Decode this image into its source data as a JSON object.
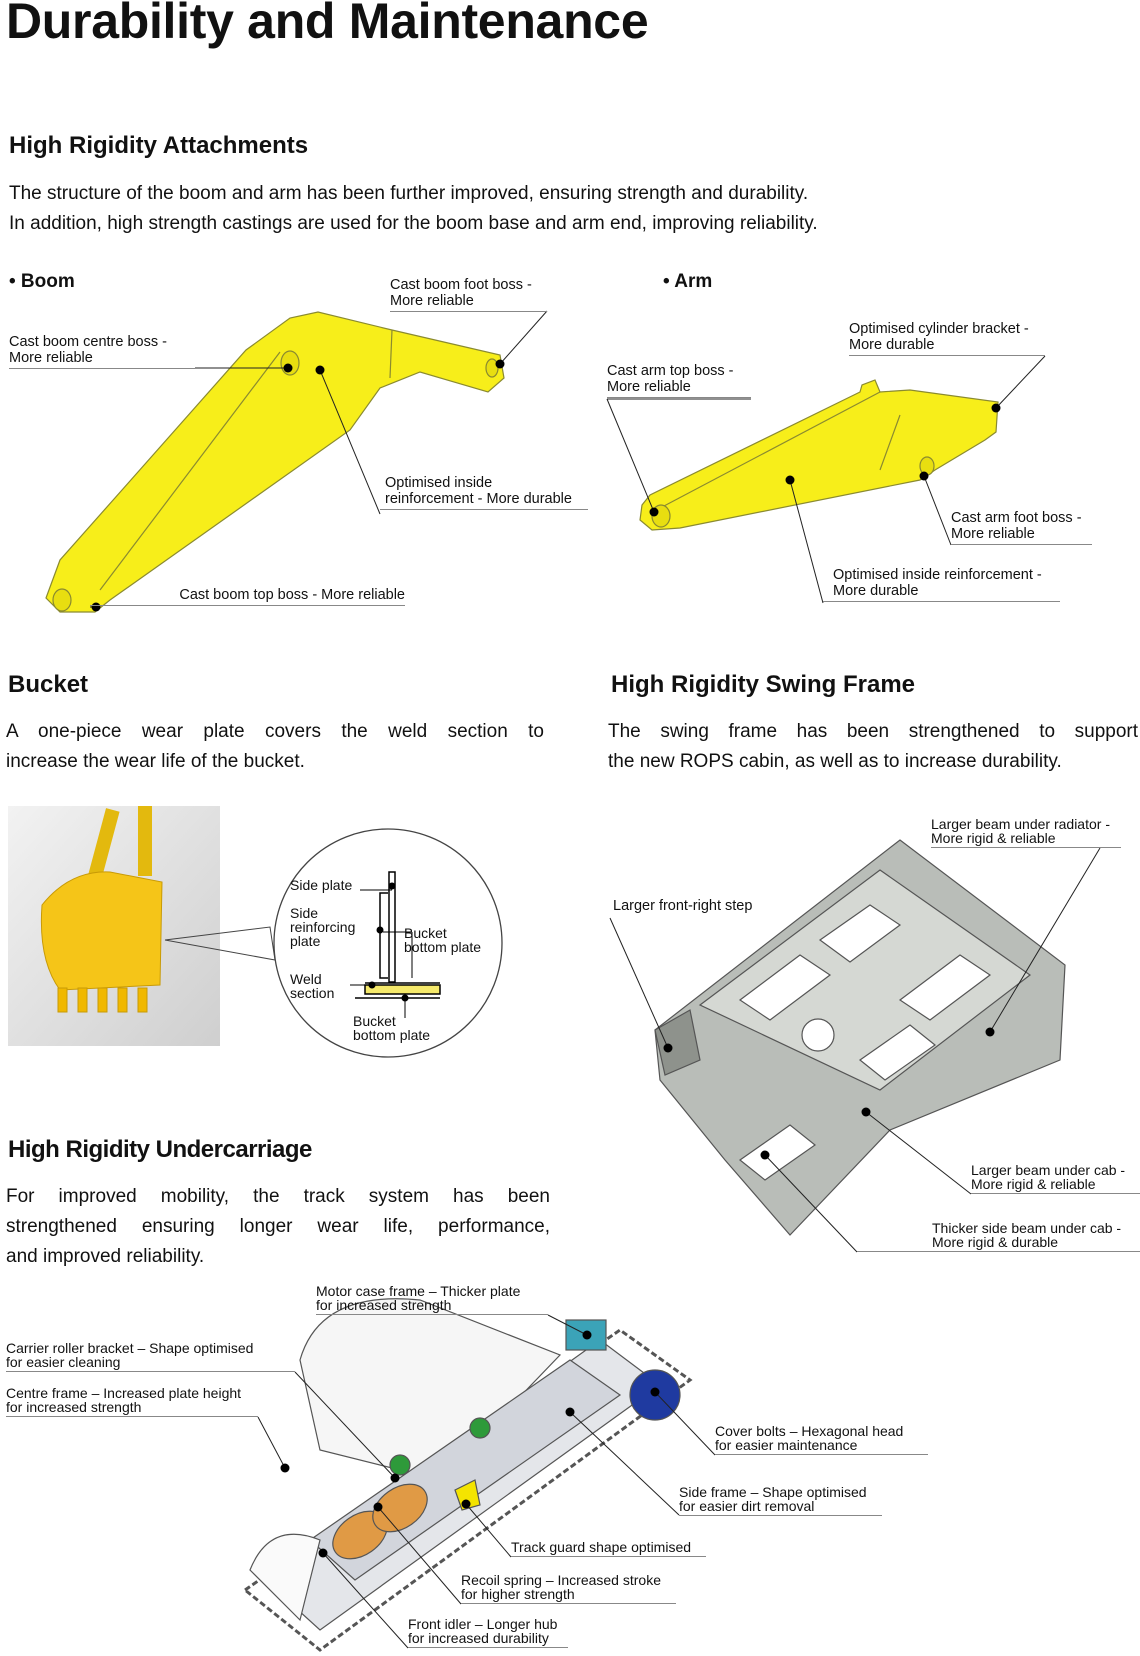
{
  "title": "Durability and Maintenance",
  "attachments": {
    "heading": "High Rigidity Attachments",
    "paragraph": [
      "The structure of the boom and arm has been further improved, ensuring strength and durability.",
      "In addition, high strength castings are used for the boom base and arm end, improving reliability."
    ],
    "boom": {
      "label": "• Boom",
      "callouts": [
        [
          "Cast boom foot boss -",
          "More reliable"
        ],
        [
          "Cast boom centre boss -",
          "More reliable"
        ],
        [
          "Optimised inside",
          "reinforcement - More durable"
        ],
        [
          "Cast boom top boss - More reliable"
        ]
      ]
    },
    "arm": {
      "label": "• Arm",
      "callouts": [
        [
          "Cast arm top boss -",
          "More reliable"
        ],
        [
          "Optimised cylinder bracket -",
          "More durable"
        ],
        [
          "Cast arm foot boss -",
          "More reliable"
        ],
        [
          "Optimised inside reinforcement -",
          "More durable"
        ]
      ]
    }
  },
  "bucket": {
    "heading": "Bucket",
    "paragraph": [
      "A one-piece wear plate covers the weld section to",
      "increase the wear life of the bucket."
    ],
    "diagram_labels": {
      "side_plate": "Side plate",
      "side_reinforcing": [
        "Side",
        "reinforcing",
        "plate"
      ],
      "bucket_bottom_right": [
        "Bucket",
        "bottom plate"
      ],
      "weld": [
        "Weld",
        "section"
      ],
      "bucket_bottom_lower": [
        "Bucket",
        "bottom plate"
      ]
    }
  },
  "swing_frame": {
    "heading": "High Rigidity Swing Frame",
    "paragraph": [
      "The swing frame has been strengthened to support",
      "the new ROPS cabin, as well as to increase durability."
    ],
    "callouts": [
      [
        "Larger beam under radiator -",
        "More rigid & reliable"
      ],
      [
        "Larger front-right step"
      ],
      [
        "Larger beam under cab -",
        "More rigid & reliable"
      ],
      [
        "Thicker side beam under cab -",
        "More rigid & durable"
      ]
    ]
  },
  "undercarriage": {
    "heading": "High Rigidity Undercarriage",
    "paragraph": [
      "For improved mobility, the track system has been",
      "strengthened ensuring longer wear life, performance,",
      "and improved reliability."
    ],
    "callouts": [
      [
        "Motor case frame – Thicker plate",
        "for increased strength"
      ],
      [
        "Carrier roller bracket – Shape optimised",
        "for easier cleaning"
      ],
      [
        "Centre frame – Increased plate height",
        "for increased strength"
      ],
      [
        "Cover bolts  – Hexagonal head",
        "for easier maintenance"
      ],
      [
        "Side frame – Shape optimised",
        "for easier dirt removal"
      ],
      [
        "Track guard shape optimised"
      ],
      [
        "Recoil spring – Increased stroke",
        "for higher strength"
      ],
      [
        "Front idler – Longer hub",
        "for increased durability"
      ]
    ]
  },
  "colors": {
    "attachment_yellow": "#f7ee1a",
    "bucket_yellow": "#f5c518",
    "frame_gray": "#b9bdb8",
    "motor_teal": "#3ba3b8",
    "hub_blue": "#1f3aa0",
    "spring_orange": "#e09a45"
  }
}
